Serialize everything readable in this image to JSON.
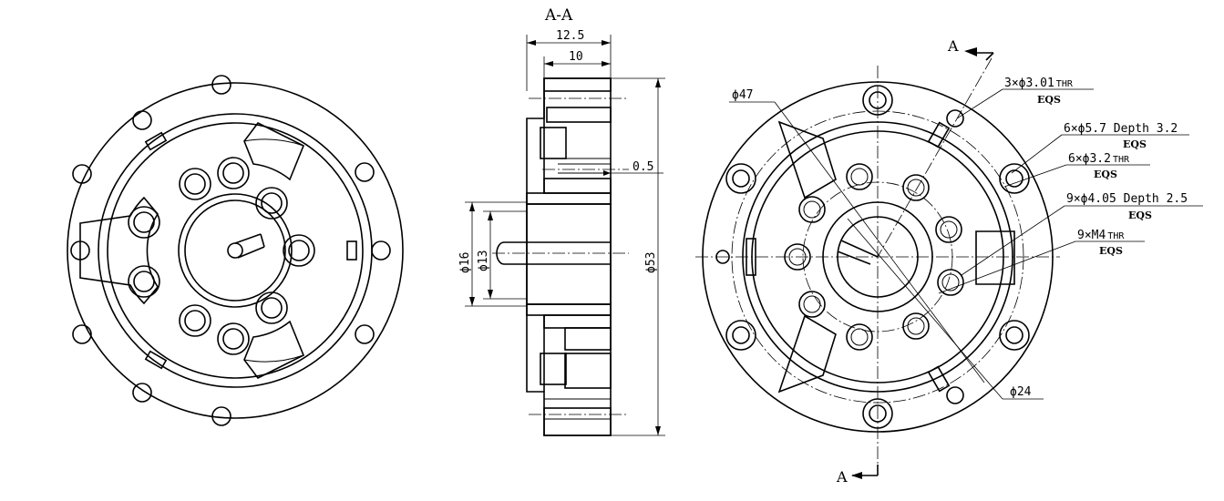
{
  "section": {
    "title": "A-A",
    "cut_label_top": "A",
    "cut_label_bottom": "A"
  },
  "dimensions": {
    "width_outer": "12.5",
    "width_inner": "10",
    "step": "0.5",
    "dia_16": "ϕ16",
    "dia_13": "ϕ13",
    "dia_53": "ϕ53",
    "dia_47": "ϕ47",
    "dia_24": "ϕ24"
  },
  "callouts": [
    {
      "main": "3×ϕ3.01",
      "suffix": "THR",
      "sub": "EQS"
    },
    {
      "main": "6×ϕ5.7 Depth 3.2",
      "suffix": "",
      "sub": "EQS"
    },
    {
      "main": "6×ϕ3.2",
      "suffix": "THR",
      "sub": "EQS"
    },
    {
      "main": "9×ϕ4.05 Depth 2.5",
      "suffix": "",
      "sub": "EQS"
    },
    {
      "main": "9×M4",
      "suffix": "THR",
      "sub": "EQS"
    }
  ]
}
